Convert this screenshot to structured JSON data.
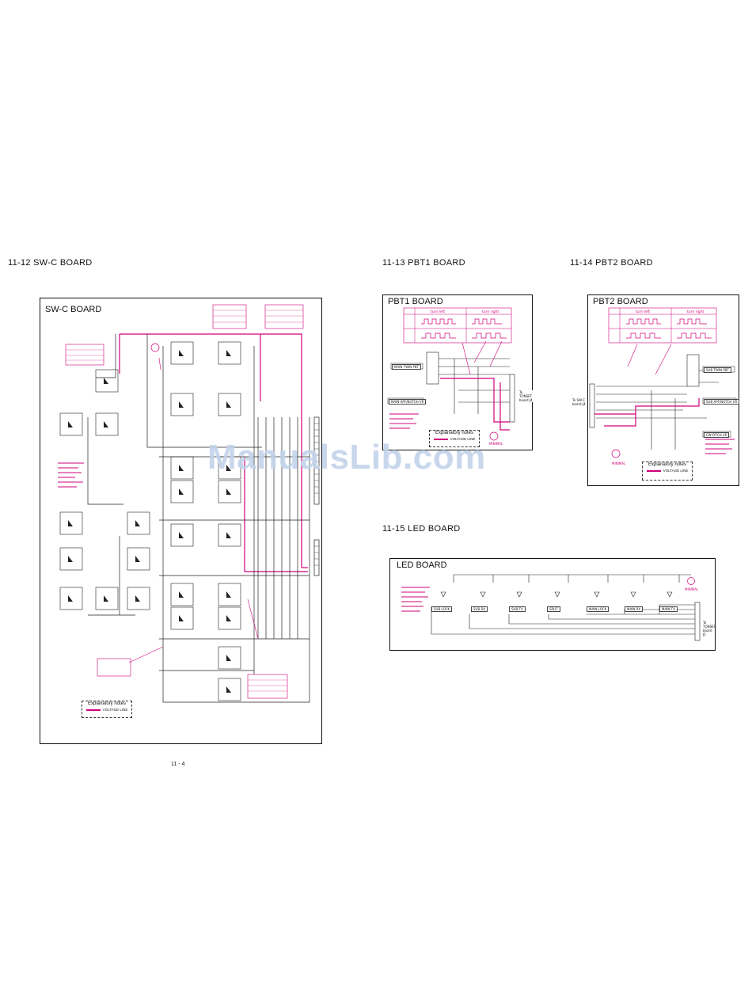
{
  "sections": {
    "swc": "11-12 SW-C BOARD",
    "pbt1": "11-13 PBT1 BOARD",
    "pbt2": "11-14 PBT2 BOARD",
    "led": "11-15 LED BOARD"
  },
  "boards": {
    "swc": "SW-C BOARD",
    "pbt1": "PBT1 BOARD",
    "pbt2": "PBT2 BOARD",
    "led": "LED BOARD"
  },
  "page_number": "11 - 4",
  "watermark": "ManualsLib.com",
  "explanatory_notes": {
    "title": "Explanatory notes",
    "voltage_line": "VOLTAGE LINE"
  },
  "pbt1": {
    "turn_left": "turn left",
    "turn_right": "turn right",
    "main_vr": "MAIN APF/NOTCH VR",
    "main_twin": "MAIN TWIN PBT",
    "to_board": "To TONSET board J4",
    "minimal": "MINIMAL"
  },
  "pbt2": {
    "turn_left": "turn left",
    "turn_right": "turn right",
    "sub_twin": "SUB TWIN PBT",
    "sub_vr": "SUB APF/NOTCH VR",
    "pitch_vr": "CW PITCH VR",
    "to_board": "To SW-C board J4",
    "minimal": "MINIMAL"
  },
  "led": {
    "leds": [
      "SUB LOCK",
      "SUB RX",
      "SUB TX",
      "SPLIT",
      "MAIN LOCK",
      "MAIN RX",
      "MAIN TX"
    ],
    "to_board": "To TONSET board J5",
    "minimal": "MINIMAL"
  },
  "colors": {
    "pink": "#d0007a",
    "line": "#222222",
    "watermark": "#c3d3ea"
  }
}
